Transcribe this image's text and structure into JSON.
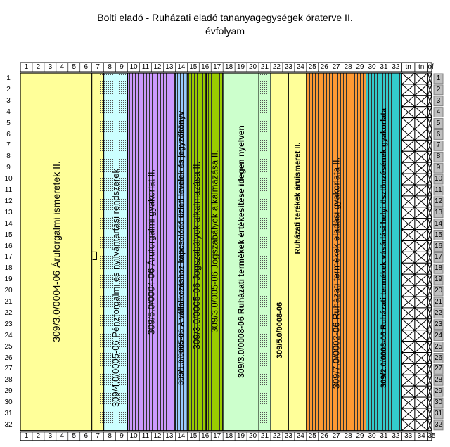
{
  "title_line1": "Bolti eladó - Ruházati eladó tananyagegységek óraterve II.",
  "title_line2": "évfolyam",
  "top_columns": [
    "1",
    "2",
    "3",
    "4",
    "5",
    "6",
    "7",
    "8",
    "9",
    "10",
    "11",
    "12",
    "13",
    "14",
    "15",
    "16",
    "17",
    "18",
    "19",
    "20",
    "21",
    "22",
    "23",
    "24",
    "25",
    "26",
    "27",
    "28",
    "29",
    "30",
    "31",
    "32",
    "tn",
    "tn",
    "óf"
  ],
  "bottom_columns": [
    "1",
    "2",
    "3",
    "4",
    "5",
    "6",
    "7",
    "8",
    "9",
    "10",
    "11",
    "12",
    "13",
    "14",
    "15",
    "16",
    "17",
    "18",
    "19",
    "20",
    "21",
    "22",
    "23",
    "24",
    "25",
    "26",
    "27",
    "28",
    "29",
    "30",
    "31",
    "32",
    "33",
    "34",
    "35"
  ],
  "rows": [
    "1",
    "2",
    "3",
    "4",
    "5",
    "6",
    "7",
    "8",
    "9",
    "10",
    "11",
    "12",
    "13",
    "14",
    "15",
    "16",
    "17",
    "18",
    "19",
    "20",
    "21",
    "22",
    "23",
    "24",
    "25",
    "26",
    "27",
    "28",
    "29",
    "30",
    "31",
    "32"
  ],
  "right_rows": [
    "1",
    "2",
    "3",
    "4",
    "5",
    "6",
    "7",
    "8",
    "9",
    "10",
    "11",
    "12",
    "13",
    "14",
    "15",
    "16",
    "17",
    "18",
    "19",
    "20",
    "21",
    "22",
    "23",
    "24",
    "25",
    "26",
    "27",
    "28",
    "29",
    "30",
    "31",
    "32"
  ],
  "blocks": [
    {
      "label": "309/3.0/0004-06 Áruforgalmi ismeretek II.",
      "color": "#ffff99",
      "pattern": "plain"
    },
    {
      "label": "",
      "color": "#ffff99",
      "pattern": "dots"
    },
    {
      "label": "309/4.0/0005-06 Pénzforgalmi és nyilvántartási rendszerek",
      "color": "#ccffff",
      "pattern": "dots"
    },
    {
      "label": "309/5.0/0004-06 Áruforgalmi gyakorlat II.",
      "color": "#cc99ff",
      "pattern": "vlines"
    },
    {
      "label": "309/1.0/0005-06 A vállalkozáshoz kapcsolódó üzleti levelek és jegyzőkönyv",
      "color": "#99ccff",
      "pattern": "vlines"
    },
    {
      "label": "309/3.0/0005-06 Jogszabályok alkalmazása II.",
      "color": "#99cc00",
      "pattern": "vlines"
    },
    {
      "label": "309/3.0/005-06 Jogszabályok alkalmazása II.",
      "color": "#99cc00",
      "pattern": "vlines"
    },
    {
      "label": "309/3.0/0008-06 Ruházati termékek értékesítése idegen nyelven",
      "color": "#ccffcc",
      "pattern": "plain"
    },
    {
      "label": "",
      "color": "#ccffcc",
      "pattern": "dots"
    },
    {
      "label": "309/5.0/0008-06",
      "color": "#ffff99",
      "pattern": "plain"
    },
    {
      "label": "Ruházati terékek áruismeret II.",
      "color": "#ffff99",
      "pattern": "plain"
    },
    {
      "label": "309/7.0/0002-06 Ruházati termékek eladási gyakorlata II.",
      "color": "#ff9933",
      "pattern": "vlines"
    },
    {
      "label": "309/2.0/0008-06 Ruházati termékek vásárlási helyi ösztönzésének gyakorlata",
      "color": "#33cccc",
      "pattern": "vlines"
    }
  ]
}
